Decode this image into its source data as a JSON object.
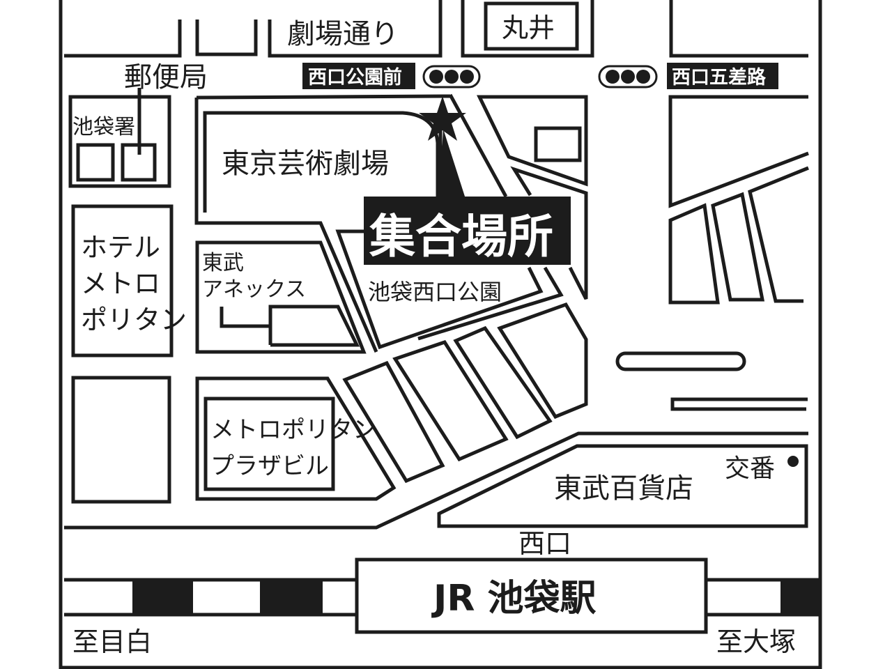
{
  "map": {
    "roads": {
      "theater_street": "劇場通り"
    },
    "intersections": {
      "nishiguchi_koen_mae": "西口公園前",
      "nishiguchi_gosaro": "西口五差路"
    },
    "landmarks": {
      "marui": "丸井",
      "post_office": "郵便局",
      "police_station": "池袋署",
      "tokyo_art_theater": "東京芸術劇場",
      "hotel_line1": "ホテル",
      "hotel_line2": "メトロ",
      "hotel_line3": "ポリタン",
      "tobu_annex_line1": "東武",
      "tobu_annex_line2": "アネックス",
      "park": "池袋西口公園",
      "plaza_line1": "メトロポリタン",
      "plaza_line2": "プラザビル",
      "police_box": "交番",
      "tobu_dept": "東武百貨店",
      "west_exit": "西口"
    },
    "meeting_point": "集合場所",
    "station": "JR 池袋駅",
    "directions": {
      "to_mejiro": "至目白",
      "to_otsuka": "至大塚"
    },
    "icons": [
      "star-icon",
      "traffic-signal-icon",
      "police-box-dot-icon"
    ]
  }
}
